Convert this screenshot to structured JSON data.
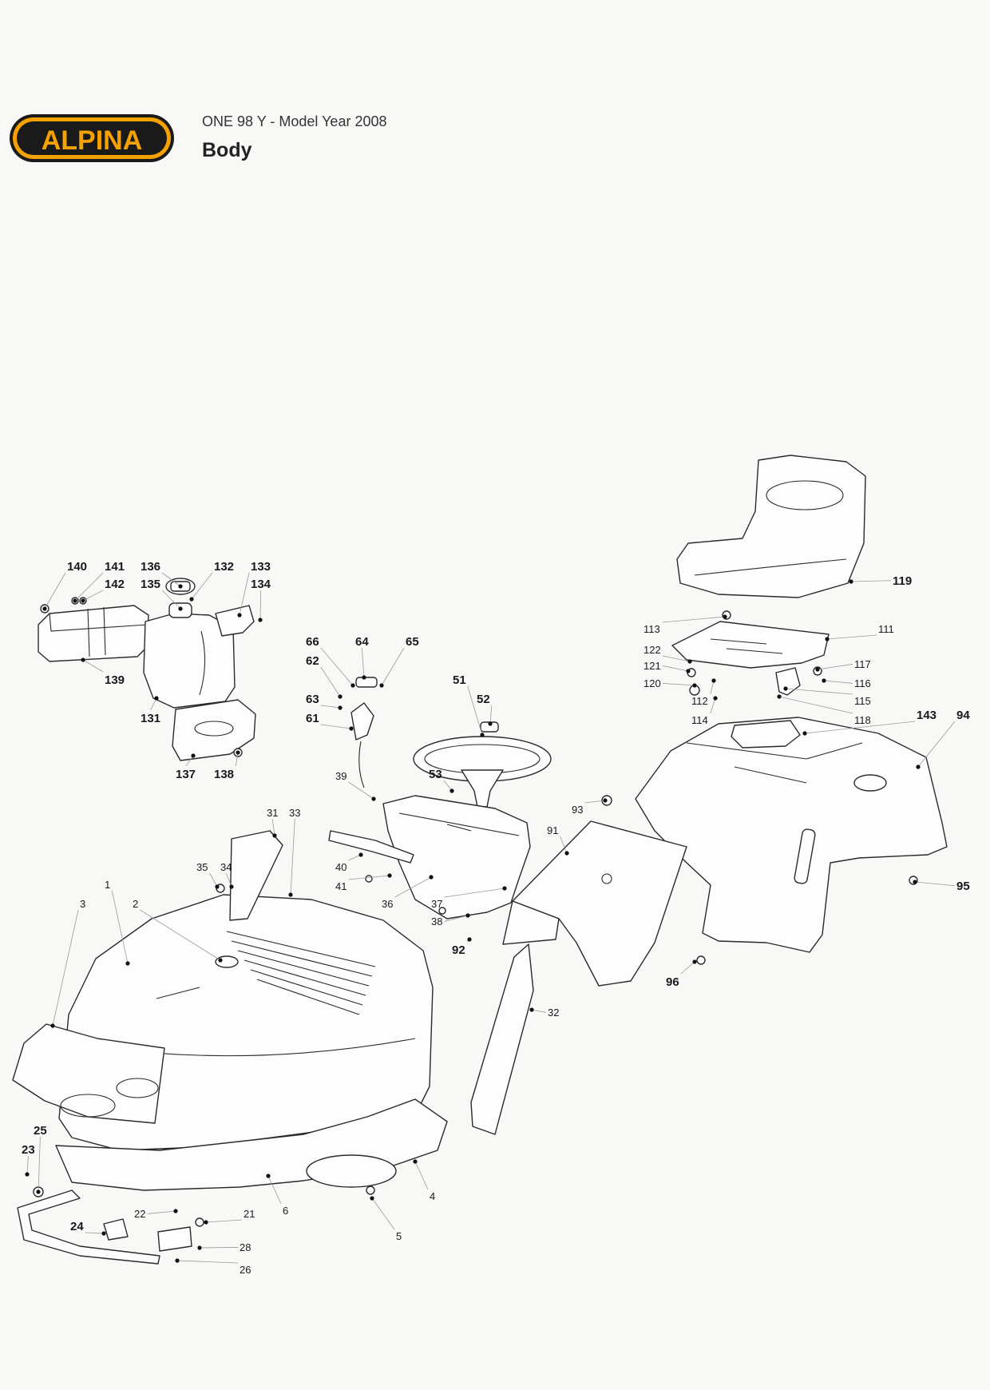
{
  "header": {
    "brand": "ALPINA",
    "model": "ONE 98 Y - Model Year 2008",
    "section": "Body"
  },
  "colors": {
    "brand_orange": "#f5a100",
    "brand_dark": "#1a1a1a",
    "background": "#f8f8f6"
  },
  "callouts": [
    "140",
    "141",
    "142",
    "136",
    "135",
    "132",
    "133",
    "134",
    "139",
    "131",
    "137",
    "138",
    "66",
    "64",
    "65",
    "62",
    "63",
    "61",
    "51",
    "52",
    "53",
    "39",
    "40",
    "41",
    "36",
    "37",
    "38",
    "31",
    "33",
    "35",
    "34",
    "1",
    "3",
    "2",
    "25",
    "23",
    "24",
    "22",
    "21",
    "28",
    "26",
    "6",
    "4",
    "5",
    "92",
    "32",
    "91",
    "93",
    "96",
    "95",
    "94",
    "143",
    "119",
    "113",
    "111",
    "122",
    "121",
    "120",
    "117",
    "116",
    "112",
    "115",
    "114",
    "118"
  ]
}
